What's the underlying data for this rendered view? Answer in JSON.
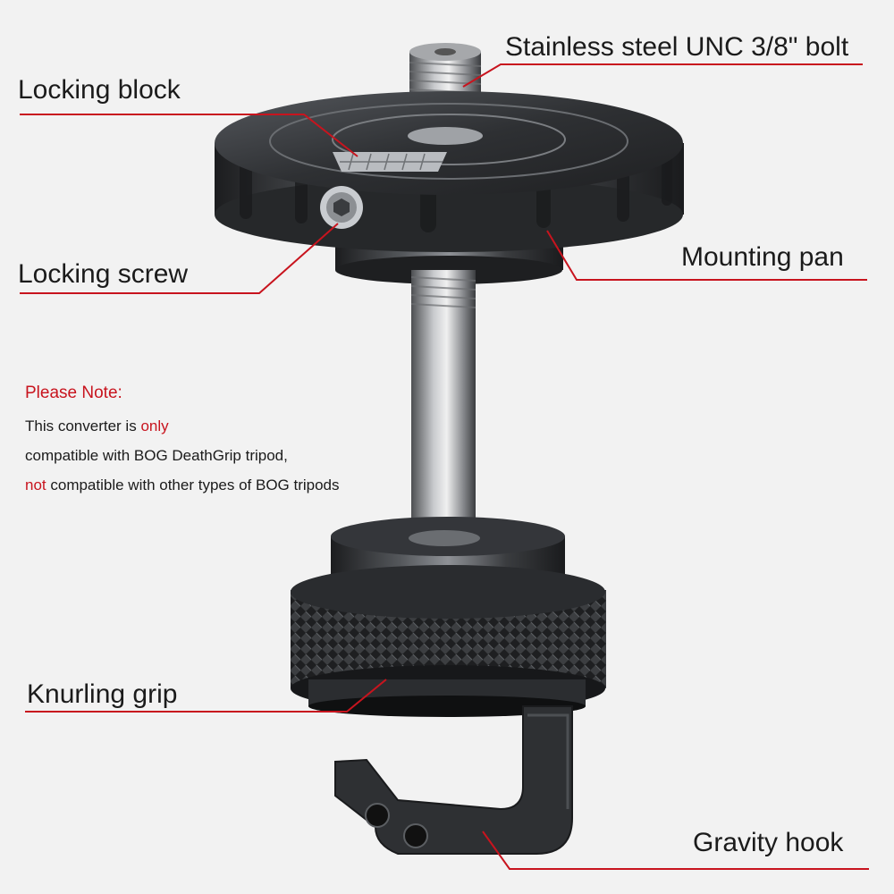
{
  "labels": {
    "bolt": "Stainless steel UNC 3/8\" bolt",
    "locking_block": "Locking block",
    "locking_screw": "Locking screw",
    "mounting_pan": "Mounting pan",
    "knurling_grip": "Knurling grip",
    "gravity_hook": "Gravity hook"
  },
  "note": {
    "heading": "Please Note:",
    "line1_prefix": "This converter is ",
    "line1_emphasis": "only",
    "line2": "compatible with BOG DeathGrip tripod,",
    "line3_emphasis": "not",
    "line3_suffix": " compatible with other types of BOG tripods"
  },
  "colors": {
    "background": "#f2f2f2",
    "accent_red": "#c8141e",
    "text": "#1b1b1b",
    "metal_dark": "#2a2c2e"
  }
}
